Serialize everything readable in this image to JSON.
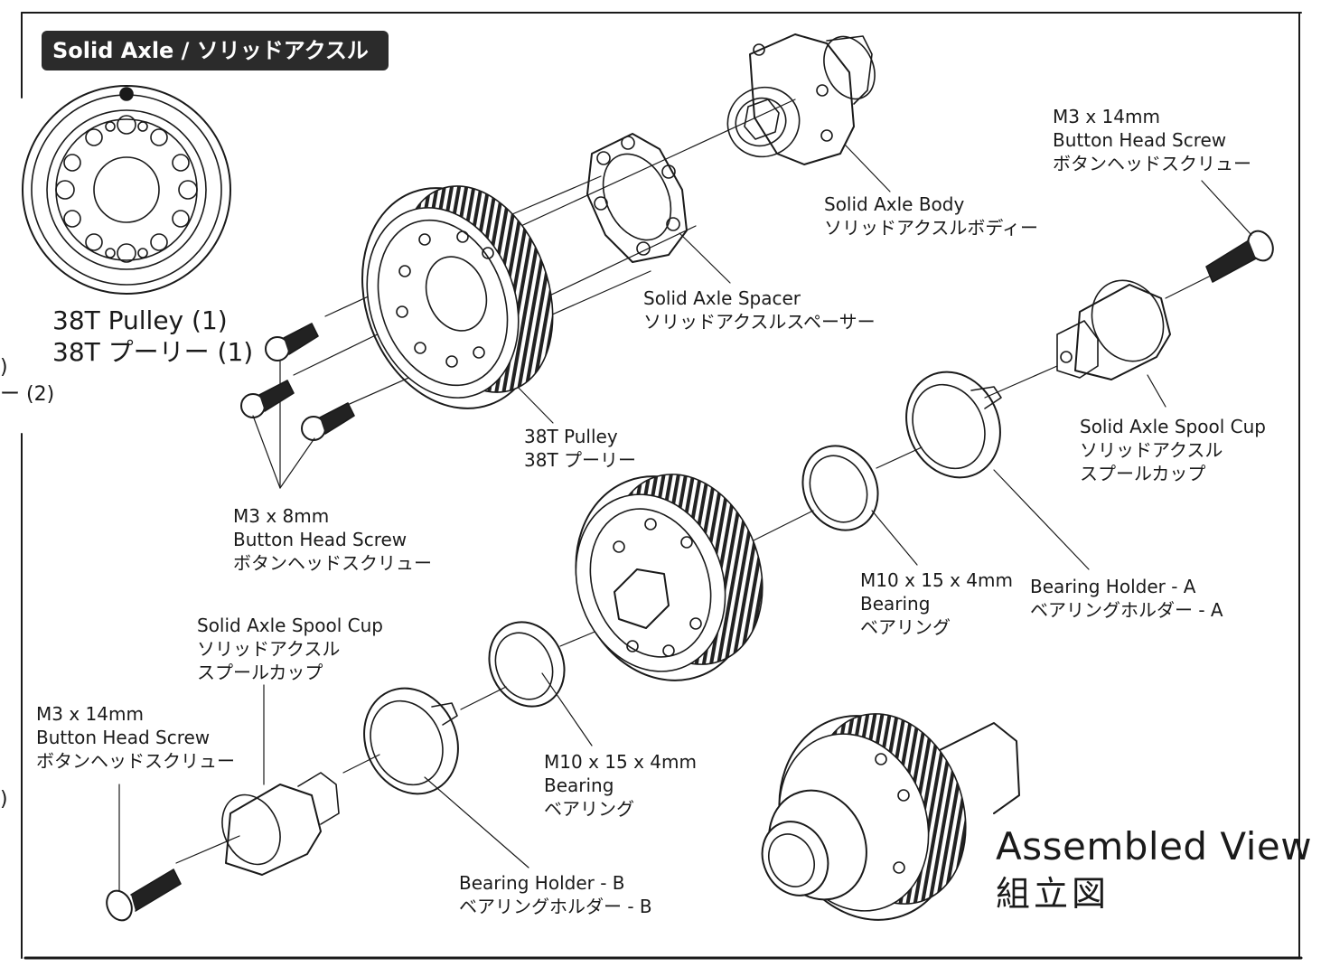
{
  "header": {
    "title": "Solid Axle / ソリッドアクスル"
  },
  "left_panel": {
    "pulley_label_en": "38T Pulley (1)",
    "pulley_label_jp": "38T プーリー (1)",
    "edge_text_1": ")",
    "edge_text_2": "ー (2)",
    "edge_text_3": ")"
  },
  "callouts": {
    "m3x14_top": {
      "size": "M3 x 14mm",
      "name": "Button Head Screw",
      "jp": "ボタンヘッドスクリュー"
    },
    "solid_axle_body": {
      "name": "Solid Axle Body",
      "jp": "ソリッドアクスルボディー"
    },
    "solid_axle_spacer": {
      "name": "Solid Axle Spacer",
      "jp": "ソリッドアクスルスペーサー"
    },
    "spool_cup_right": {
      "name": "Solid Axle Spool Cup",
      "jp1": "ソリッドアクスル",
      "jp2": "スプールカップ"
    },
    "pulley_38t": {
      "name": "38T Pulley",
      "jp": "38T プーリー"
    },
    "m3x8": {
      "size": "M3 x 8mm",
      "name": "Button Head Screw",
      "jp": "ボタンヘッドスクリュー"
    },
    "bearing_right": {
      "size": "M10 x 15 x 4mm",
      "name": "Bearing",
      "jp": "ベアリング"
    },
    "bearing_holder_a": {
      "name": "Bearing Holder - A",
      "jp": "ベアリングホルダー - A"
    },
    "spool_cup_left": {
      "name": "Solid Axle Spool Cup",
      "jp1": "ソリッドアクスル",
      "jp2": "スプールカップ"
    },
    "m3x14_left": {
      "size": "M3 x 14mm",
      "name": "Button Head Screw",
      "jp": "ボタンヘッドスクリュー"
    },
    "bearing_left": {
      "size": "M10 x 15 x 4mm",
      "name": "Bearing",
      "jp": "ベアリング"
    },
    "bearing_holder_b": {
      "name": "Bearing Holder - B",
      "jp": "ベアリングホルダー - B"
    }
  },
  "assembled": {
    "title": "Assembled View",
    "jp": "組立図"
  },
  "colors": {
    "ink": "#1a1a1a",
    "badge": "#2b2b2b",
    "paper": "#ffffff"
  }
}
